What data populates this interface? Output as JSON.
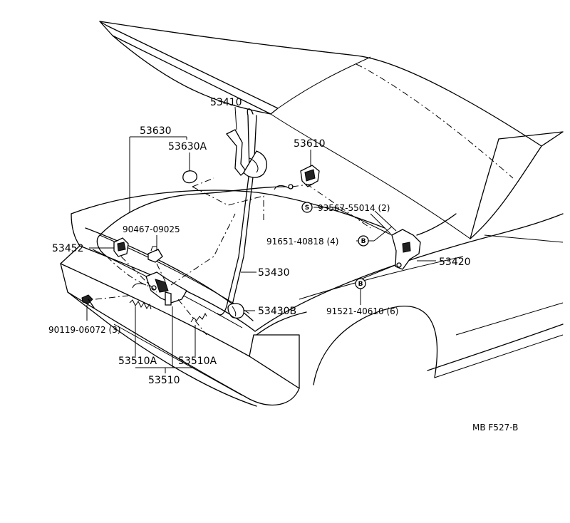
{
  "callouts": {
    "p53410": "53410",
    "p53630": "53630",
    "p53630a": "53630A",
    "p53610": "53610",
    "p93567": "93567-55014 (2)",
    "p91651": "91651-40818 (4)",
    "p90467": "90467-09025",
    "p53452": "53452",
    "p53430": "53430",
    "p53420": "53420",
    "p53430b": "53430B",
    "p91521": "91521-40610 (6)",
    "p90119": "90119-06072 (3)",
    "p53510a_left": "53510A",
    "p53510a_right": "53510A",
    "p53510": "53510"
  },
  "markers": {
    "s": "S",
    "b1": "B",
    "b2": "B"
  },
  "figure_code": "MB F527-B"
}
